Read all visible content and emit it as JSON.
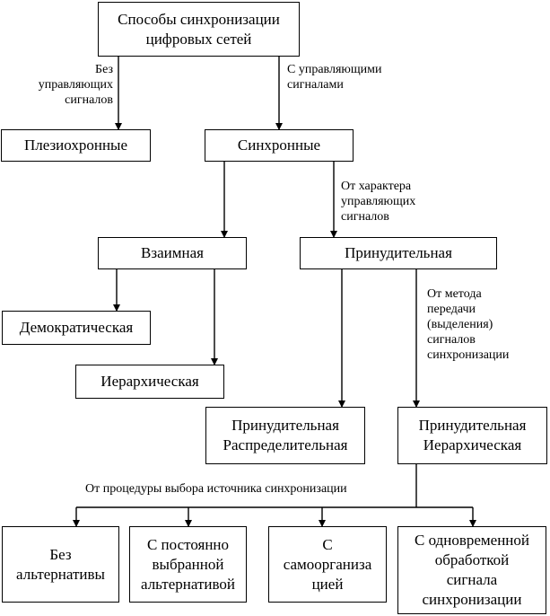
{
  "nodes": {
    "root": "Способы синхронизации\nцифровых сетей",
    "plesio": "Плезиохронные",
    "sync": "Синхронные",
    "mutual": "Взаимная",
    "forced": "Принудительная",
    "democratic": "Демократическая",
    "hierarchical": "Иерархическая",
    "forced_distributed": "Принудительная\nРаспределительная",
    "forced_hierarchical": "Принудительная\nИерархическая",
    "no_alt": "Без\nальтернативы",
    "const_alt": "С постоянно\nвыбранной\nальтернативой",
    "self_org": "С\nсамоорганиза\nцией",
    "simultaneous": "С одновременной\nобработкой\nсигнала\nсинхронизации"
  },
  "labels": {
    "no_control": "Без\nуправляющих\nсигналов",
    "with_control": "С управляющими\nсигналами",
    "by_character": "От характера\nуправляющих\nсигналов",
    "by_method": "От метода\nпередачи\n(выделения)\nсигналов\nсинхронизации",
    "by_procedure": "От процедуры выбора источника синхронизации"
  }
}
